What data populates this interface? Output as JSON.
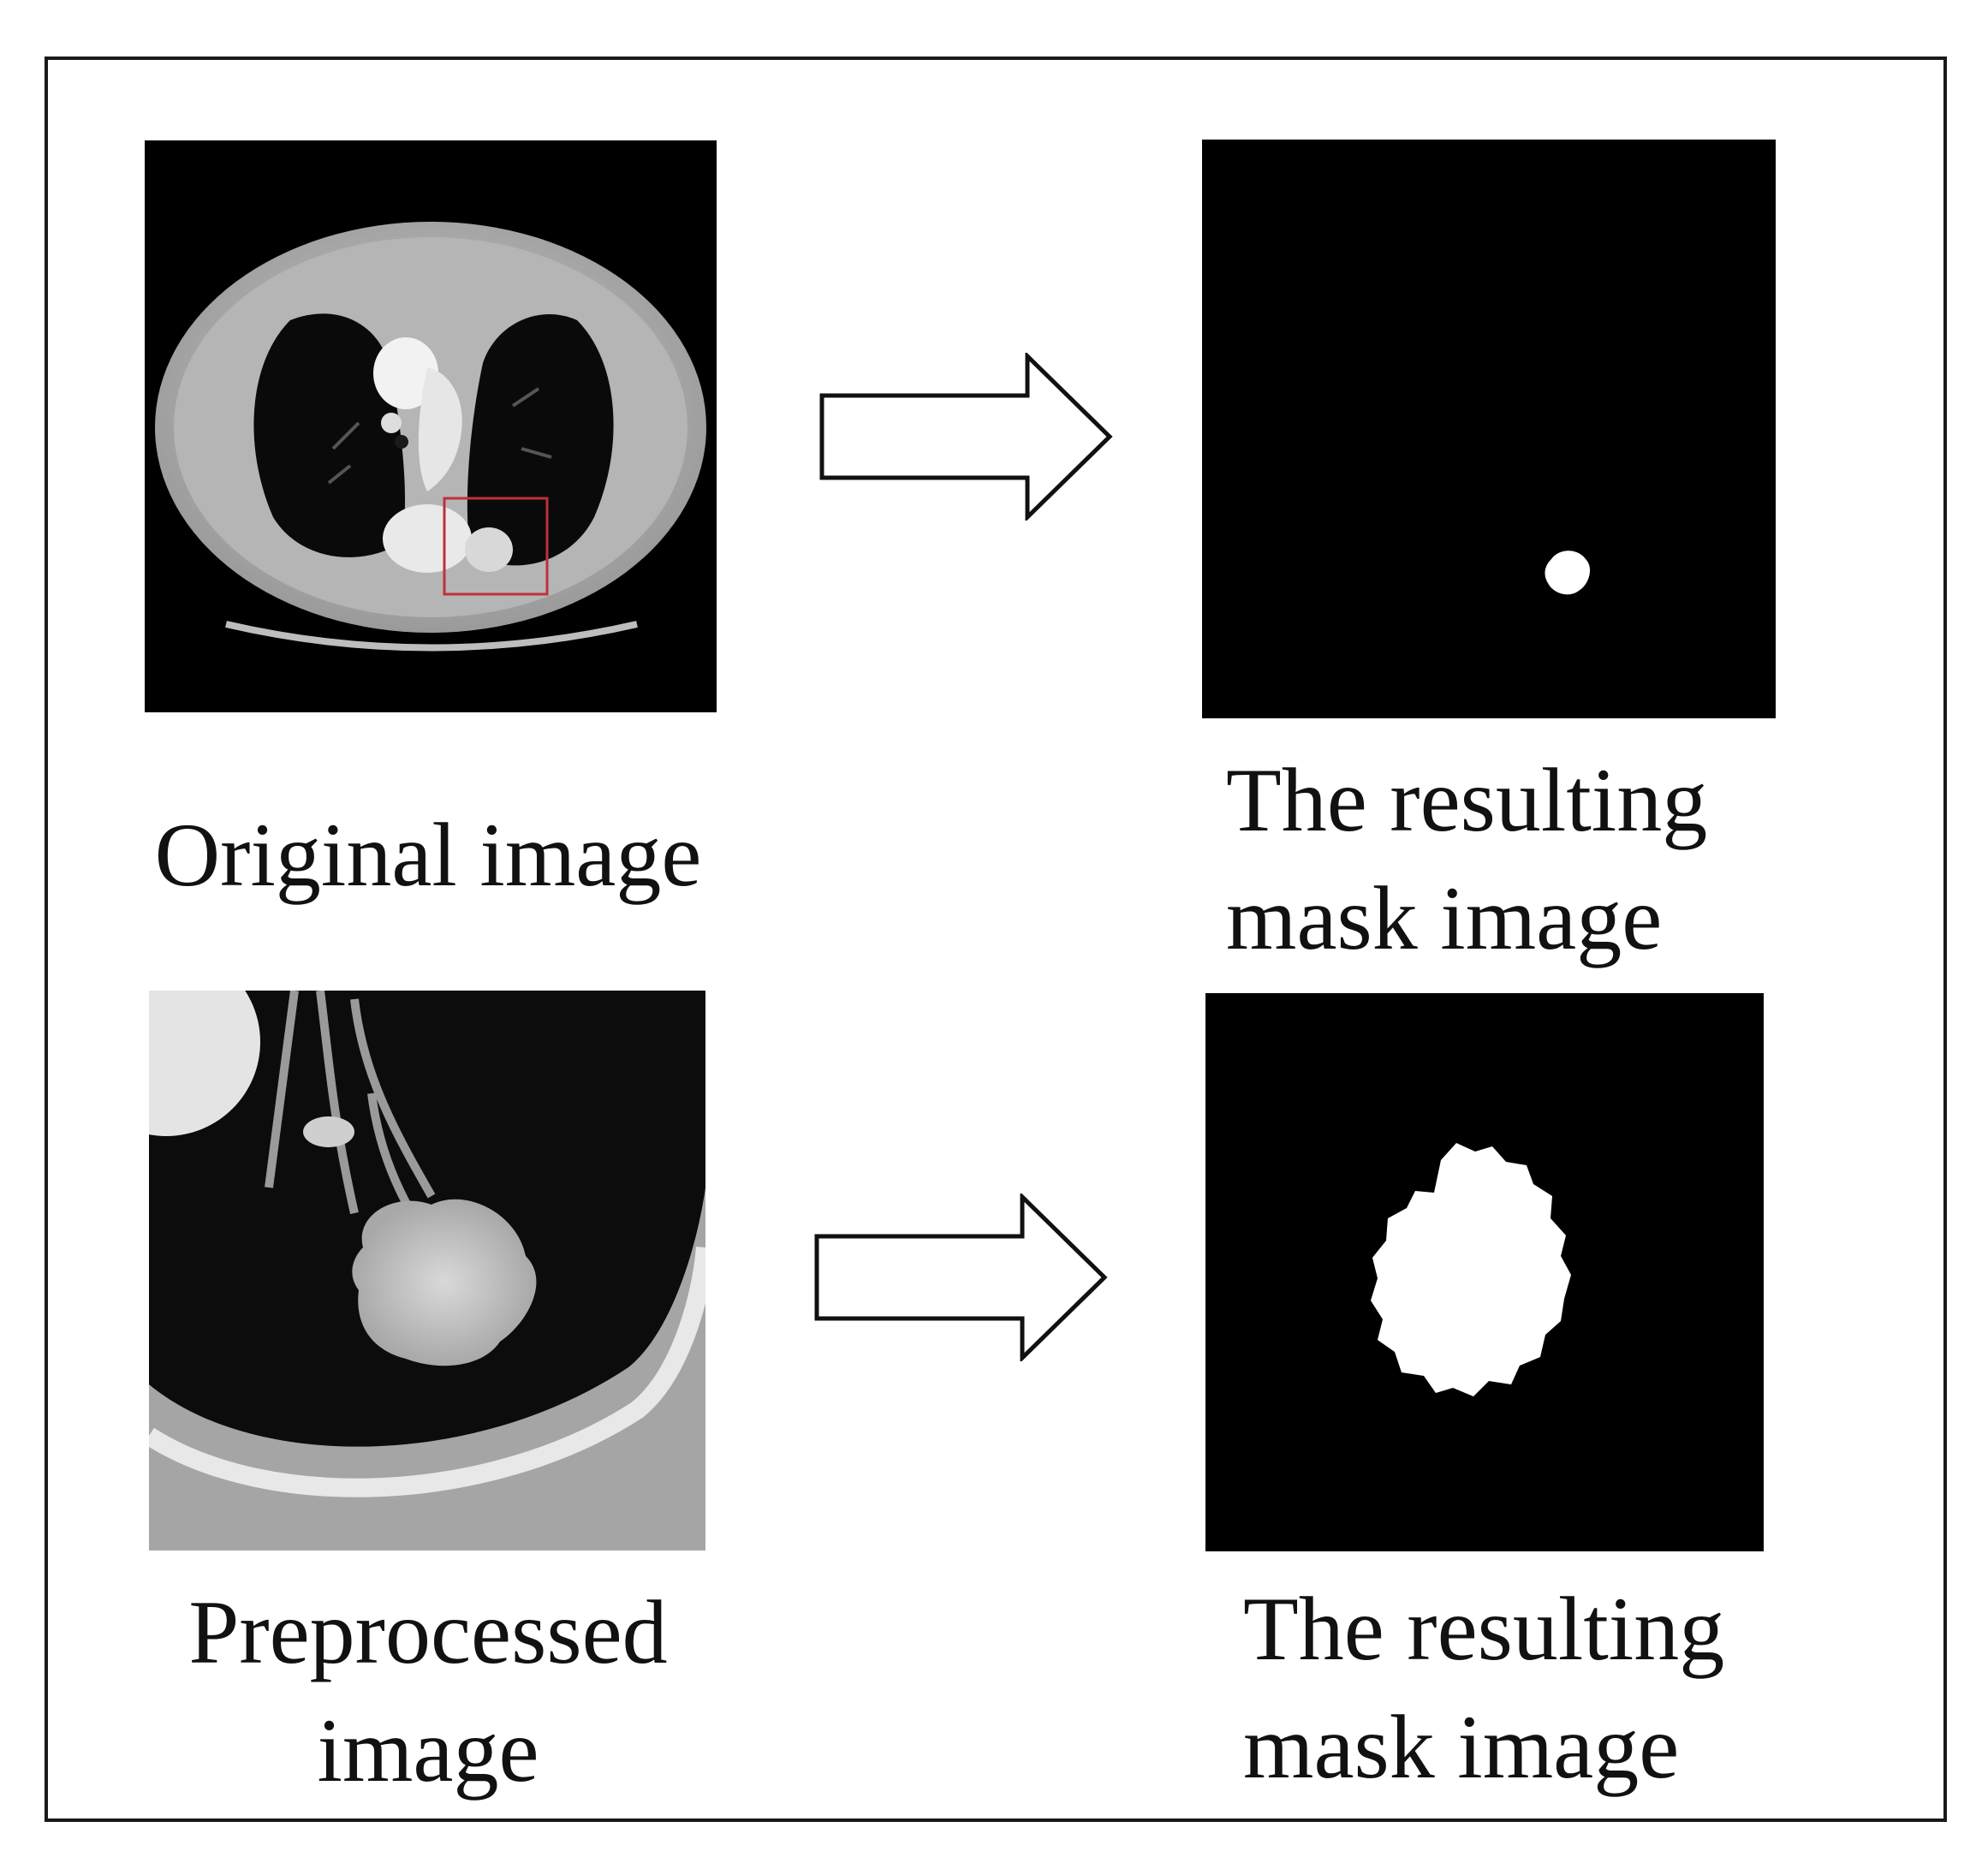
{
  "figure": {
    "panels": {
      "original": {
        "caption": "Original image"
      },
      "mask_top": {
        "caption_line1": "The resulting",
        "caption_line2": "mask image"
      },
      "preprocessed": {
        "caption_line1": "Preprocessed",
        "caption_line2": "image"
      },
      "mask_bottom": {
        "caption_line1": "The resulting",
        "caption_line2": "mask image"
      }
    },
    "arrows": [
      "arrow-right-icon",
      "arrow-right-icon"
    ],
    "colors": {
      "background": "#000000",
      "mask": "#ffffff",
      "roi_box": "#c0303a",
      "frame": "#1a1a1a"
    }
  }
}
